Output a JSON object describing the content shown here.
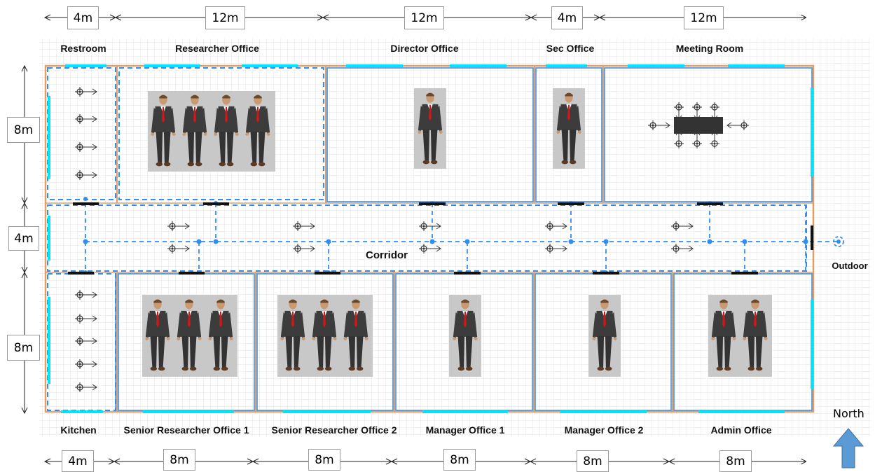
{
  "top_labels": [
    "Restroom",
    "Researcher Office",
    "Director Office",
    "Sec Office",
    "Meeting Room"
  ],
  "bottom_labels": [
    "Kitchen",
    "Senior Researcher Office 1",
    "Senior Researcher Office 2",
    "Manager Office 1",
    "Manager Office 2",
    "Admin Office"
  ],
  "corridor_label": "Corridor",
  "outdoor_label": "Outdoor",
  "north_label": "North",
  "top_dims": [
    "4m",
    "12m",
    "12m",
    "4m",
    "12m"
  ],
  "bottom_dims": [
    "4m",
    "8m",
    "8m",
    "8m",
    "8m",
    "8m"
  ],
  "left_dims": [
    "8m",
    "4m",
    "8m"
  ],
  "occupancy": {
    "researcher_office": 4,
    "director_office": 1,
    "sec_office": 1,
    "senior_researcher_office_1": 3,
    "senior_researcher_office_2": 3,
    "manager_office_1": 1,
    "manager_office_2": 1,
    "admin_office": 2
  },
  "colors": {
    "grid": "#e4e4e4",
    "wall_orange": "#e2a066",
    "wall_blue": "#3d8fe0",
    "path_blue": "#2f8ef0",
    "window_cyan": "#00e5ff",
    "door_black": "#111111",
    "arrow_blue": "#5b9bd5",
    "panel_gray": "#c8c8c8"
  }
}
